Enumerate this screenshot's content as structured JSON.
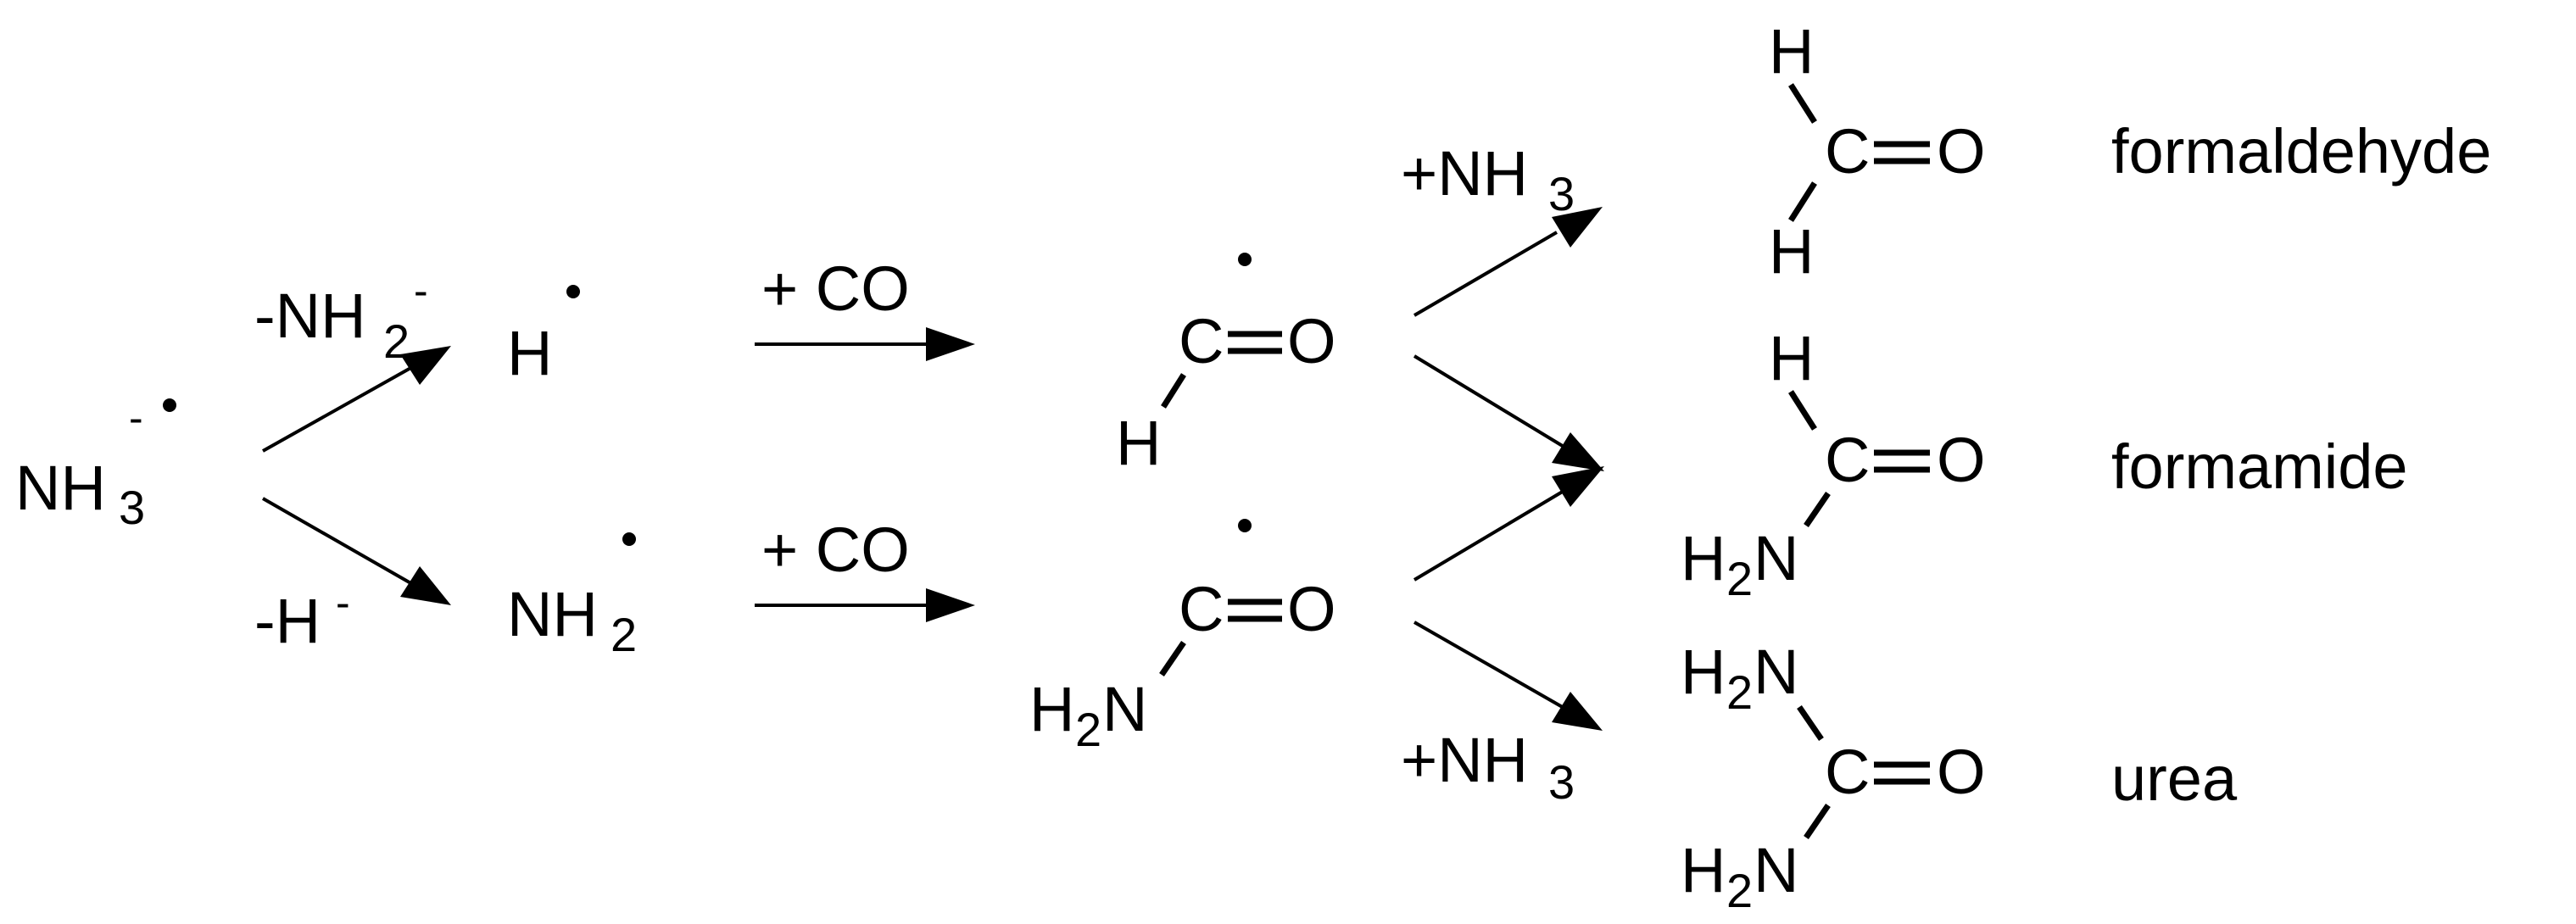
{
  "atoms": {
    "H": "H",
    "C": "C",
    "O": "O",
    "N": "N",
    "NH": "NH",
    "sub2": "2",
    "sub3": "3"
  },
  "reagents": {
    "minus_nh2": "-NH",
    "minus_nh2_charge": "-",
    "minus_h": "-H",
    "minus_h_charge": "-",
    "plus_co": "+ CO",
    "plus_nh3": "+NH",
    "radical_anion_charge": "-"
  },
  "products": {
    "formaldehyde": "formaldehyde",
    "formamide": "formamide",
    "urea": "urea"
  },
  "colors": {
    "ink": "#000000",
    "background": "#ffffff"
  }
}
